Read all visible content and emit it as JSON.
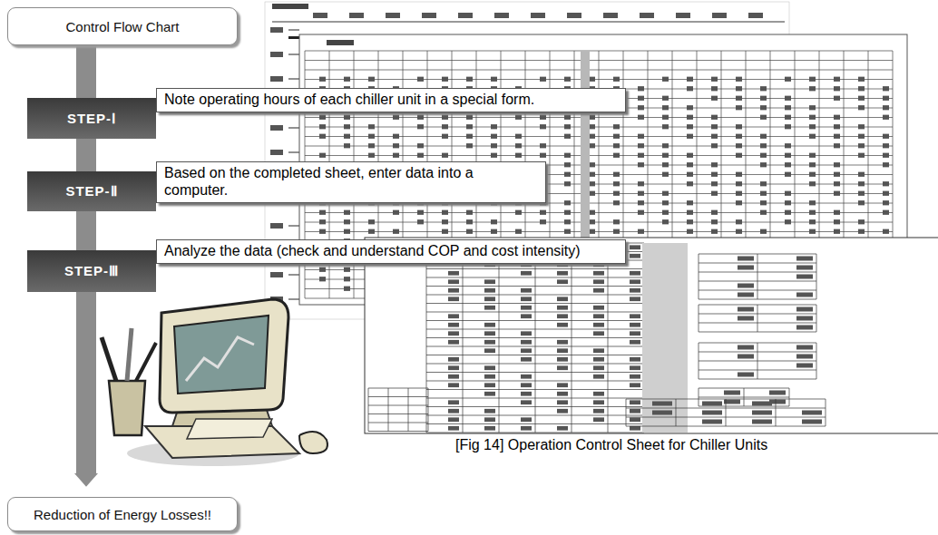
{
  "diagram": {
    "caption": "[Fig 14] Operation Control Sheet for Chiller Units",
    "nodes": [
      {
        "text": [
          "Control Flow Chart"
        ]
      },
      {
        "text": [
          "STEP-Ⅰ"
        ]
      },
      {
        "text": [
          "Note operating hours of each chiller unit in a special form."
        ]
      },
      {
        "text": [
          "STEP-Ⅱ"
        ]
      },
      {
        "text": [
          "Based on the completed sheet, enter data into a computer."
        ]
      },
      {
        "text": [
          "STEP-Ⅲ"
        ]
      },
      {
        "text": [
          "Analyze the data (check and understand COP and cost intensity)"
        ]
      },
      {
        "text": [
          "Reduction of Energy Losses!!"
        ]
      }
    ],
    "edges": [
      {
        "from": 0,
        "to": 1,
        "arrow": "none"
      },
      {
        "from": 1,
        "to": 3,
        "arrow": "none"
      },
      {
        "from": 3,
        "to": 5,
        "arrow": "none"
      },
      {
        "from": 5,
        "to": 7,
        "arrow": "to"
      }
    ]
  }
}
